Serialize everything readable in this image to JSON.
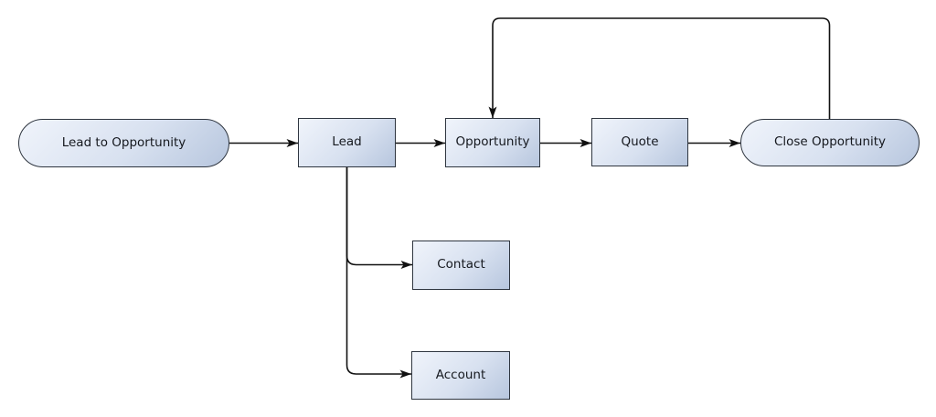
{
  "colors": {
    "background": "#ffffff",
    "node_fill_light": "#f0f4fb",
    "node_fill_dark": "#b7c6de",
    "node_border": "#2f3640",
    "edge": "#111111",
    "text": "#15181e"
  },
  "nodes": {
    "lead_to_opportunity": {
      "label": "Lead to Opportunity",
      "shape": "stadium"
    },
    "lead": {
      "label": "Lead",
      "shape": "rectangle"
    },
    "opportunity": {
      "label": "Opportunity",
      "shape": "rectangle"
    },
    "quote": {
      "label": "Quote",
      "shape": "rectangle"
    },
    "close_opportunity": {
      "label": "Close Opportunity",
      "shape": "stadium"
    },
    "contact": {
      "label": "Contact",
      "shape": "rectangle"
    },
    "account": {
      "label": "Account",
      "shape": "rectangle"
    }
  },
  "edges": [
    {
      "from": "Lead to Opportunity",
      "to": "Lead"
    },
    {
      "from": "Lead",
      "to": "Opportunity"
    },
    {
      "from": "Opportunity",
      "to": "Quote"
    },
    {
      "from": "Quote",
      "to": "Close Opportunity"
    },
    {
      "from": "Close Opportunity",
      "to": "Opportunity"
    },
    {
      "from": "Lead",
      "to": "Contact"
    },
    {
      "from": "Lead",
      "to": "Account"
    }
  ]
}
